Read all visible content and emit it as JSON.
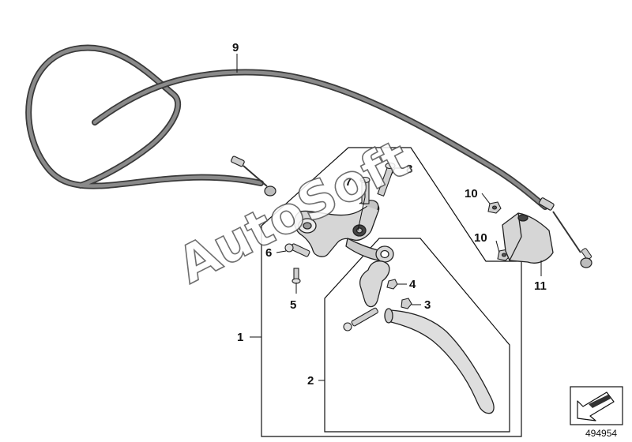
{
  "diagram": {
    "watermark": "AutoSoft",
    "diagram_number": "494954",
    "callouts": [
      {
        "id": "c1",
        "label": "1",
        "part": "clutch-lever-assembly"
      },
      {
        "id": "c2",
        "label": "2",
        "part": "lever"
      },
      {
        "id": "c3",
        "label": "3",
        "part": "nut"
      },
      {
        "id": "c4",
        "label": "4",
        "part": "nut"
      },
      {
        "id": "c5",
        "label": "5",
        "part": "screw"
      },
      {
        "id": "c6",
        "label": "6",
        "part": "pin"
      },
      {
        "id": "c7",
        "label": "7",
        "part": "screw"
      },
      {
        "id": "c8",
        "label": "8",
        "part": "screw"
      },
      {
        "id": "c9",
        "label": "9",
        "part": "clutch-cable"
      },
      {
        "id": "c10a",
        "label": "10",
        "part": "nut"
      },
      {
        "id": "c10b",
        "label": "10",
        "part": "nut"
      },
      {
        "id": "c11",
        "label": "11",
        "part": "holder"
      }
    ],
    "colors": {
      "line": "#1a1a1a",
      "cable": "#7d7d7d",
      "metal": "#d2d2d2",
      "dark": "#555555"
    }
  }
}
